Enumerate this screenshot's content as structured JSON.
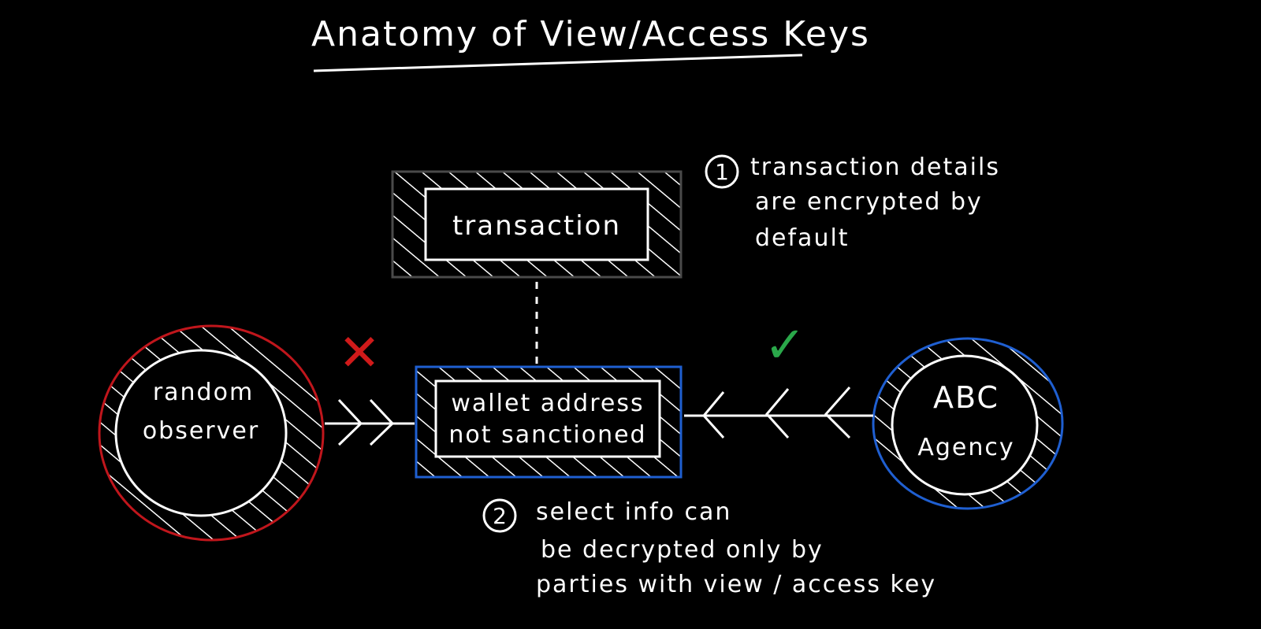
{
  "title": "Anatomy of View/Access Keys",
  "transaction_box": {
    "label": "transaction"
  },
  "wallet_box": {
    "line1": "wallet address",
    "line2": "not sanctioned"
  },
  "observer_node": {
    "line1": "random",
    "line2": "observer"
  },
  "agency_node": {
    "line1": "ABC",
    "line2": "Agency"
  },
  "note1": {
    "number": "1",
    "line1": "transaction details",
    "line2": "are encrypted by",
    "line3": "default"
  },
  "note2": {
    "number": "2",
    "line1": "select info can",
    "line2": "be decrypted only by",
    "line3": "parties with view / access key"
  },
  "marks": {
    "denied": "✕",
    "allowed": "✓"
  },
  "colors": {
    "background": "#000000",
    "ink": "#ffffff",
    "observer_ring": "#c0161c",
    "agency_ring": "#1f5fd1",
    "wallet_outline": "#1f5fd1",
    "transaction_outline": "#4a4a4a",
    "denied": "#d01a1a",
    "allowed": "#2aa84a"
  }
}
